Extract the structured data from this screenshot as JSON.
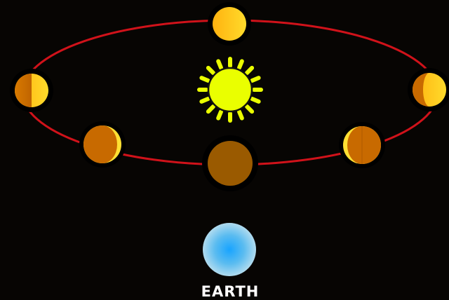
{
  "labels": {
    "earth": "EARTH"
  },
  "colors": {
    "background": "#070503",
    "orbit": "#d0121a",
    "sun": "#eaff00",
    "sun_ray": "#eaff00",
    "sun_outline": "#111111",
    "planet_lit_yellow": "#ffcc1a",
    "planet_lit_bright": "#ffe033",
    "planet_dark_orange": "#c86a00",
    "planet_new": "#9a5a00",
    "planet_halo": "#000000",
    "earth_center": "#22a9ff",
    "earth_edge": "#a9d8f0",
    "earth_label": "#ffffff"
  },
  "diagram": {
    "type": "planetary-phases",
    "central_body": "sun-icon",
    "observer": "earth",
    "phases": [
      "full",
      "gibbous-waning",
      "crescent-waning",
      "new",
      "crescent-waxing",
      "gibbous-waxing"
    ]
  }
}
